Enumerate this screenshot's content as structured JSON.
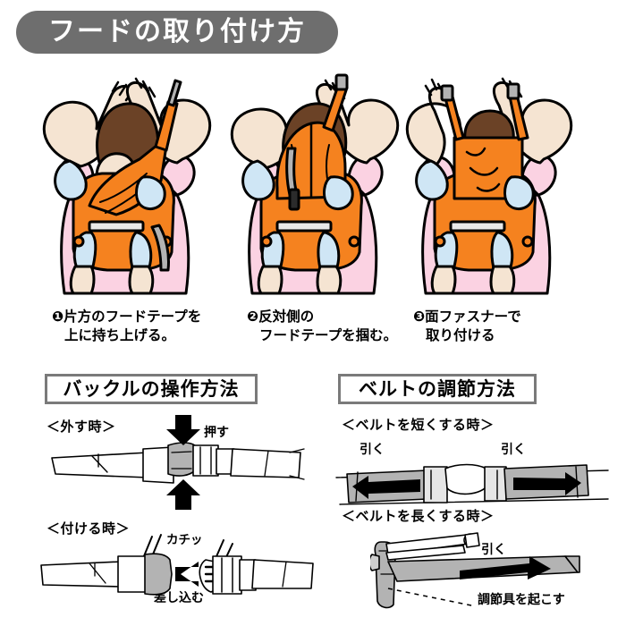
{
  "header": {
    "title": "フードの取り付け方"
  },
  "steps": [
    {
      "number": "❶",
      "line1": "❶片方のフードテープを",
      "line2": "上に持ち上げる。",
      "figure": "person-back-hood-tape-lift"
    },
    {
      "number": "❷",
      "line1": "❷反対側の",
      "line2": "フードテープを掴む。",
      "figure": "person-back-hood-up-grab"
    },
    {
      "number": "❸",
      "line1": "❸面ファスナーで",
      "line2": "取り付ける",
      "figure": "person-back-hood-fasten"
    }
  ],
  "sections": [
    {
      "id": "buckle",
      "title": "バックルの操作方法",
      "items": [
        {
          "heading": "＜外す時＞",
          "labels": [
            "押す"
          ],
          "figure": "buckle-release"
        },
        {
          "heading": "＜付ける時＞",
          "labels": [
            "カチッ",
            "差し込む"
          ],
          "figure": "buckle-insert"
        }
      ]
    },
    {
      "id": "belt",
      "title": "ベルトの調節方法",
      "items": [
        {
          "heading": "＜ベルトを短くする時＞",
          "labels": [
            "引く",
            "引く"
          ],
          "figure": "belt-shorten"
        },
        {
          "heading": "＜ベルトを長くする時＞",
          "labels": [
            "引く",
            "調節具を起こす"
          ],
          "figure": "belt-lengthen"
        }
      ]
    }
  ],
  "colors": {
    "title_pill_bg": "#6e6e6e",
    "title_text": "#ffffff",
    "carrier_orange": "#f5821f",
    "shirt_pink": "#fbd2e2",
    "baby_blue": "#cfe6f5",
    "skin": "#f5e4d2",
    "hair_brown": "#6b4226",
    "hardware_gray": "#b3b3b3",
    "outline": "#000000",
    "section_border": "#7a7a7a"
  }
}
